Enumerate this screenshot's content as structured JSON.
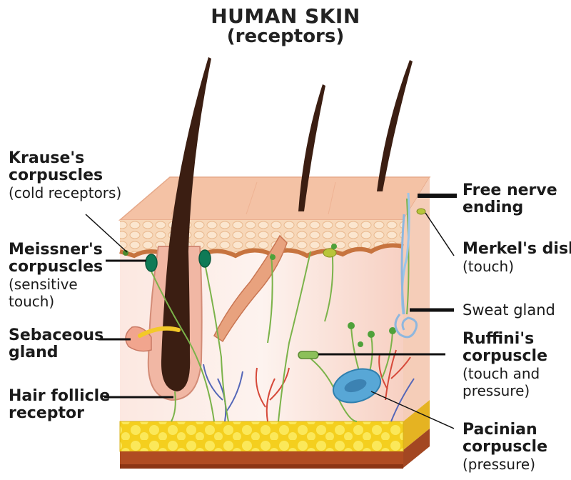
{
  "title": {
    "line1": "HUMAN SKIN",
    "line2": "(receptors)"
  },
  "labels": {
    "krause": {
      "line1": "Krause's",
      "line2": "corpuscles",
      "line3": "(cold receptors)"
    },
    "meissner": {
      "line1": "Meissner's",
      "line2": "corpuscles",
      "line3": "(sensitive",
      "line4": "touch)"
    },
    "sebaceous": {
      "line1": "Sebaceous",
      "line2": "gland"
    },
    "hair_follicle": {
      "line1": "Hair follicle",
      "line2": "receptor"
    },
    "free_nerve": {
      "line1": "Free nerve",
      "line2": "ending"
    },
    "merkel": {
      "line1": "Merkel's disk",
      "line2": "(touch)"
    },
    "sweat": {
      "line1": "Sweat gland"
    },
    "ruffini": {
      "line1": "Ruffini's",
      "line2": "corpuscle",
      "line3": "(touch and",
      "line4": "pressure)"
    },
    "pacinian": {
      "line1": "Pacinian",
      "line2": "corpuscle",
      "line3": "(pressure)"
    }
  },
  "colors": {
    "epidermis": "#f6c7a6",
    "dermis": "#fbe9e2",
    "fat": "#f7dd3a",
    "hair": "#3b1e12",
    "nerve": "#7bb34a",
    "vessel_red": "#d6493a",
    "vessel_blue": "#5466b8"
  }
}
